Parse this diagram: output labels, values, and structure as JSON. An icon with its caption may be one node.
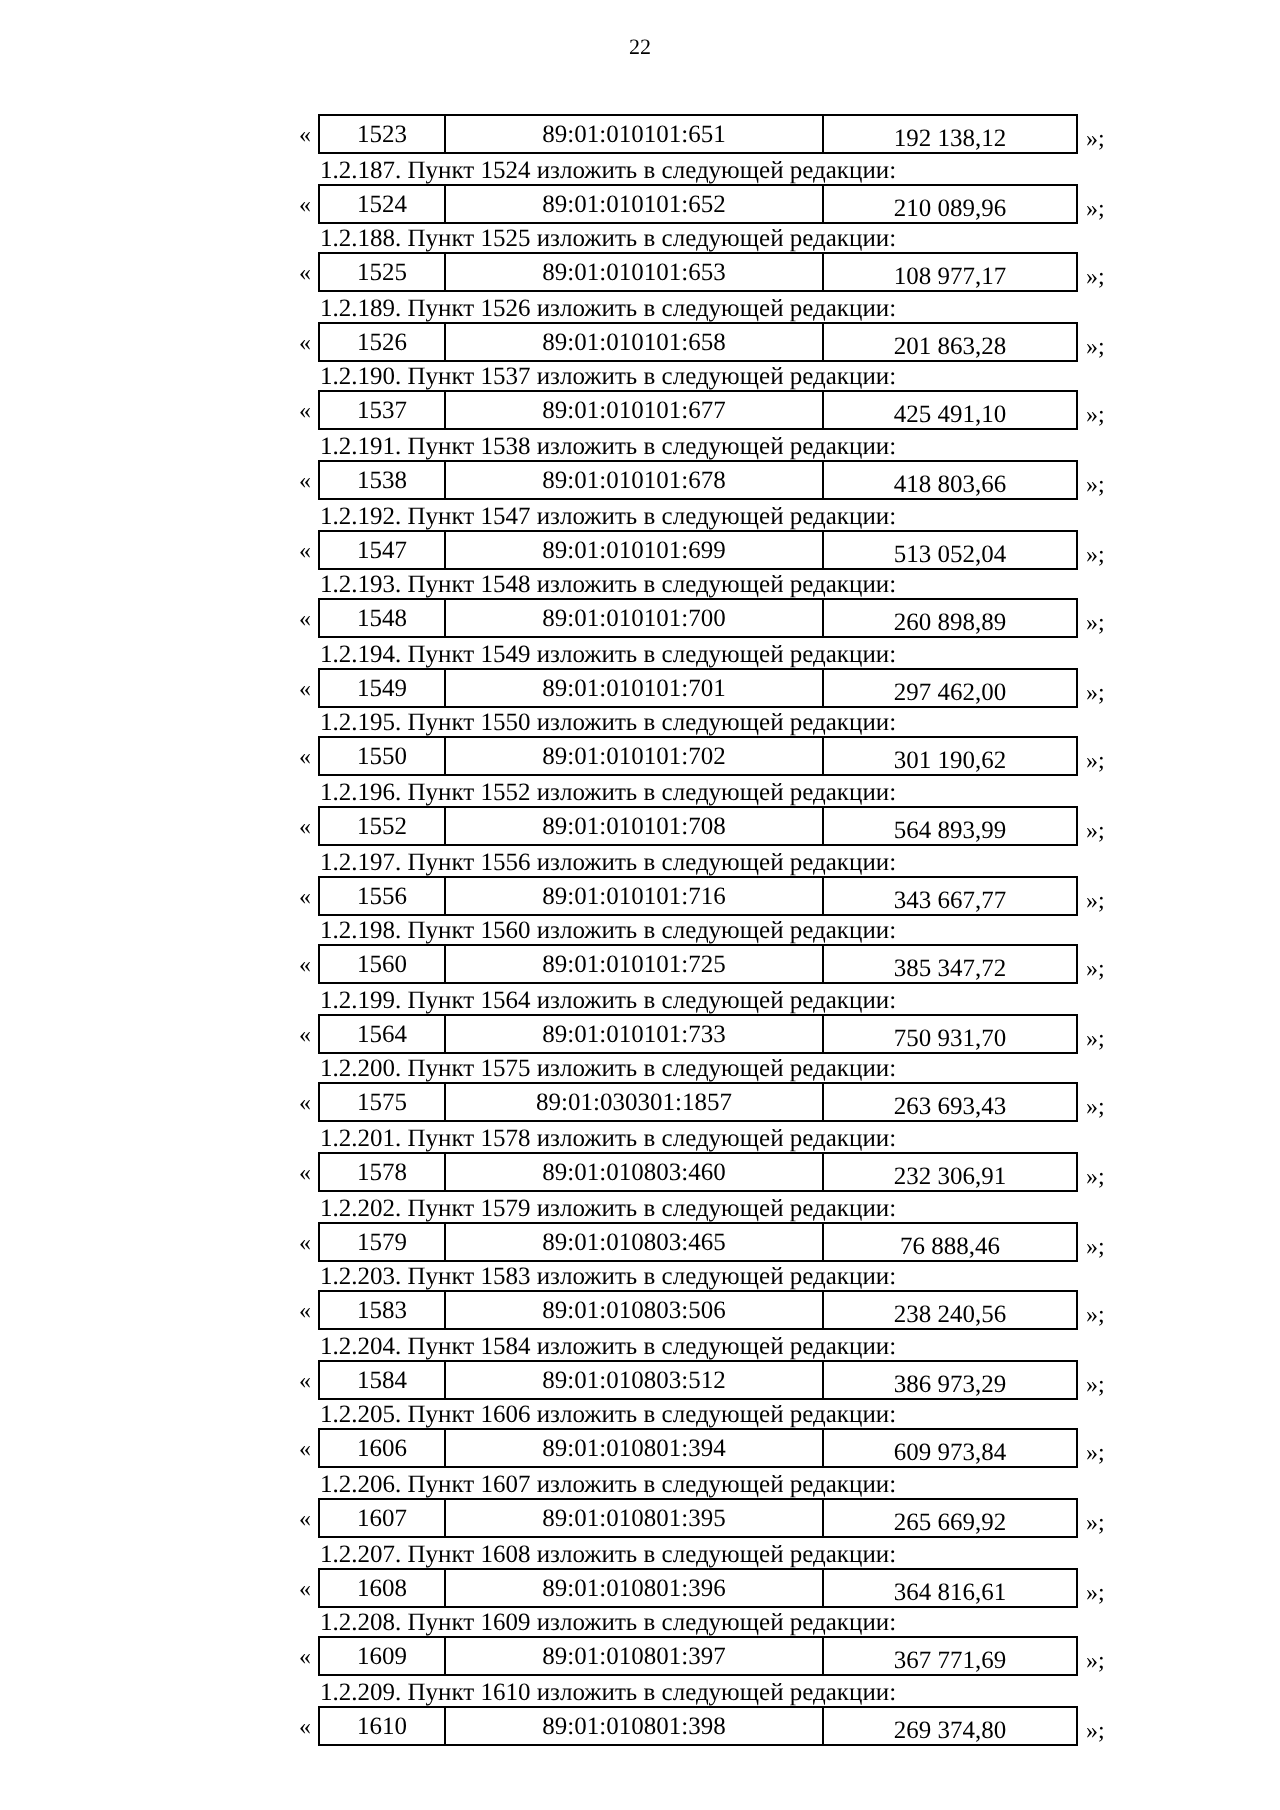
{
  "diagram": {
    "labels": [
      "22",
      "«",
      "1523",
      "89:01:010101:651",
      "192 138,12",
      "»;",
      "1.2.187. Пункт 1524 изложить в следующей редакции:",
      "«",
      "1524",
      "89:01:010101:652",
      "210 089,96",
      "»;",
      "1.2.188. Пункт 1525 изложить в следующей редакции:",
      "«",
      "1525",
      "89:01:010101:653",
      "108 977,17",
      "»;",
      "1.2.189. Пункт 1526 изложить в следующей редакции:",
      "«",
      "1526",
      "89:01:010101:658",
      "201 863,28",
      "»;",
      "1.2.190. Пункт 1537 изложить в следующей редакции:",
      "«",
      "1537",
      "89:01:010101:677",
      "425 491,10",
      "»;",
      "1.2.191. Пункт 1538 изложить в следующей редакции:",
      "«",
      "1538",
      "89:01:010101:678",
      "418 803,66",
      "»;",
      "1.2.192. Пункт 1547 изложить в следующей редакции:",
      "«",
      "1547",
      "89:01:010101:699",
      "513 052,04",
      "»;",
      "1.2.193. Пункт 1548 изложить в следующей редакции:",
      "«",
      "1548",
      "89:01:010101:700",
      "260 898,89",
      "»;",
      "1.2.194. Пункт 1549 изложить в следующей редакции:",
      "«",
      "1549",
      "89:01:010101:701",
      "297 462,00",
      "»;",
      "1.2.195. Пункт 1550 изложить в следующей редакции:",
      "«",
      "1550",
      "89:01:010101:702",
      "301 190,62",
      "»;",
      "1.2.196. Пункт 1552 изложить в следующей редакции:",
      "«",
      "1552",
      "89:01:010101:708",
      "564 893,99",
      "»;",
      "1.2.197. Пункт 1556 изложить в следующей редакции:",
      "«",
      "1556",
      "89:01:010101:716",
      "343 667,77",
      "»;",
      "1.2.198. Пункт 1560 изложить в следующей редакции:",
      "«",
      "1560",
      "89:01:010101:725",
      "385 347,72",
      "»;",
      "1.2.199. Пункт 1564 изложить в следующей редакции:",
      "«",
      "1564",
      "89:01:010101:733",
      "750 931,70",
      "»;",
      "1.2.200. Пункт 1575 изложить в следующей редакции:",
      "«",
      "1575",
      "89:01:030301:1857",
      "263 693,43",
      "»;",
      "1.2.201. Пункт 1578 изложить в следующей редакции:",
      "«",
      "1578",
      "89:01:010803:460",
      "232 306,91",
      "»;",
      "1.2.202. Пункт 1579 изложить в следующей редакции:",
      "«",
      "1579",
      "89:01:010803:465",
      "76 888,46",
      "»;",
      "1.2.203. Пункт 1583 изложить в следующей редакции:",
      "«",
      "1583",
      "89:01:010803:506",
      "238 240,56",
      "»;",
      "1.2.204. Пункт 1584 изложить в следующей редакции:",
      "«",
      "1584",
      "89:01:010803:512",
      "386 973,29",
      "»;",
      "1.2.205. Пункт 1606 изложить в следующей редакции:",
      "«",
      "1606",
      "89:01:010801:394",
      "609 973,84",
      "»;",
      "1.2.206. Пункт 1607 изложить в следующей редакции:",
      "«",
      "1607",
      "89:01:010801:395",
      "265 669,92",
      "»;",
      "1.2.207. Пункт 1608 изложить в следующей редакции:",
      "«",
      "1608",
      "89:01:010801:396",
      "364 816,61",
      "»;",
      "1.2.208. Пункт 1609 изложить в следующей редакции:",
      "«",
      "1609",
      "89:01:010801:397",
      "367 771,69",
      "»;",
      "1.2.209. Пункт 1610 изложить в следующей редакции:",
      "«",
      "1610",
      "89:01:010801:398",
      "269 374,80",
      "»;"
    ]
  }
}
